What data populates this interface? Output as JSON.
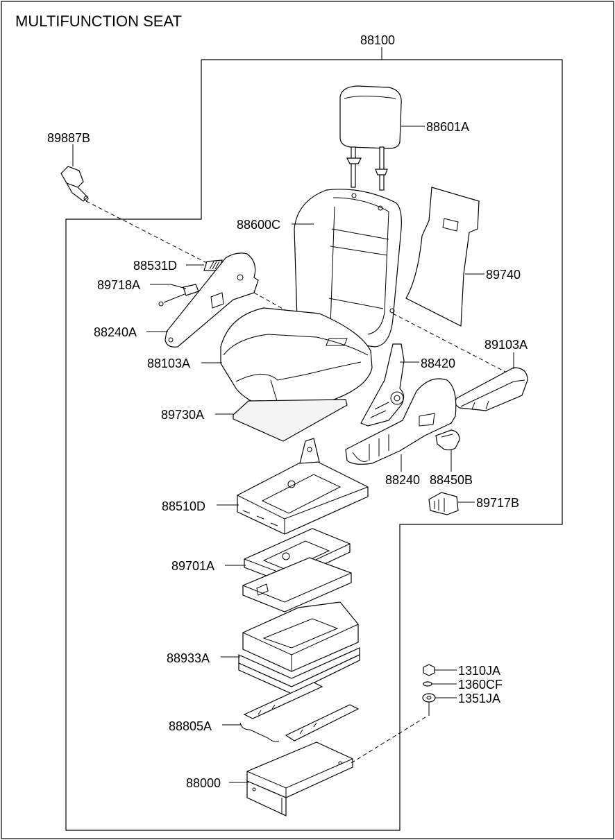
{
  "diagram": {
    "title": "MULTIFUNCTION SEAT",
    "assembly_label": "88100",
    "parts": {
      "headrest": "88601A",
      "back_cover": "88600C",
      "back_board": "89740",
      "buckle": "89887B",
      "bracket_small": "88531D",
      "wiring": "89718A",
      "side_shield_left": "88240A",
      "cushion": "88103A",
      "cushion_pad": "89730A",
      "recliner": "88420",
      "armrest": "89103A",
      "side_shield_right": "88240",
      "handle": "88450B",
      "switch": "89717B",
      "frame": "88510D",
      "height_adjuster": "89701A",
      "base_pan": "88933A",
      "rail": "88805A",
      "riser": "88000",
      "nut": "1310JA",
      "washer": "1360CF",
      "spacer": "1351JA"
    }
  }
}
